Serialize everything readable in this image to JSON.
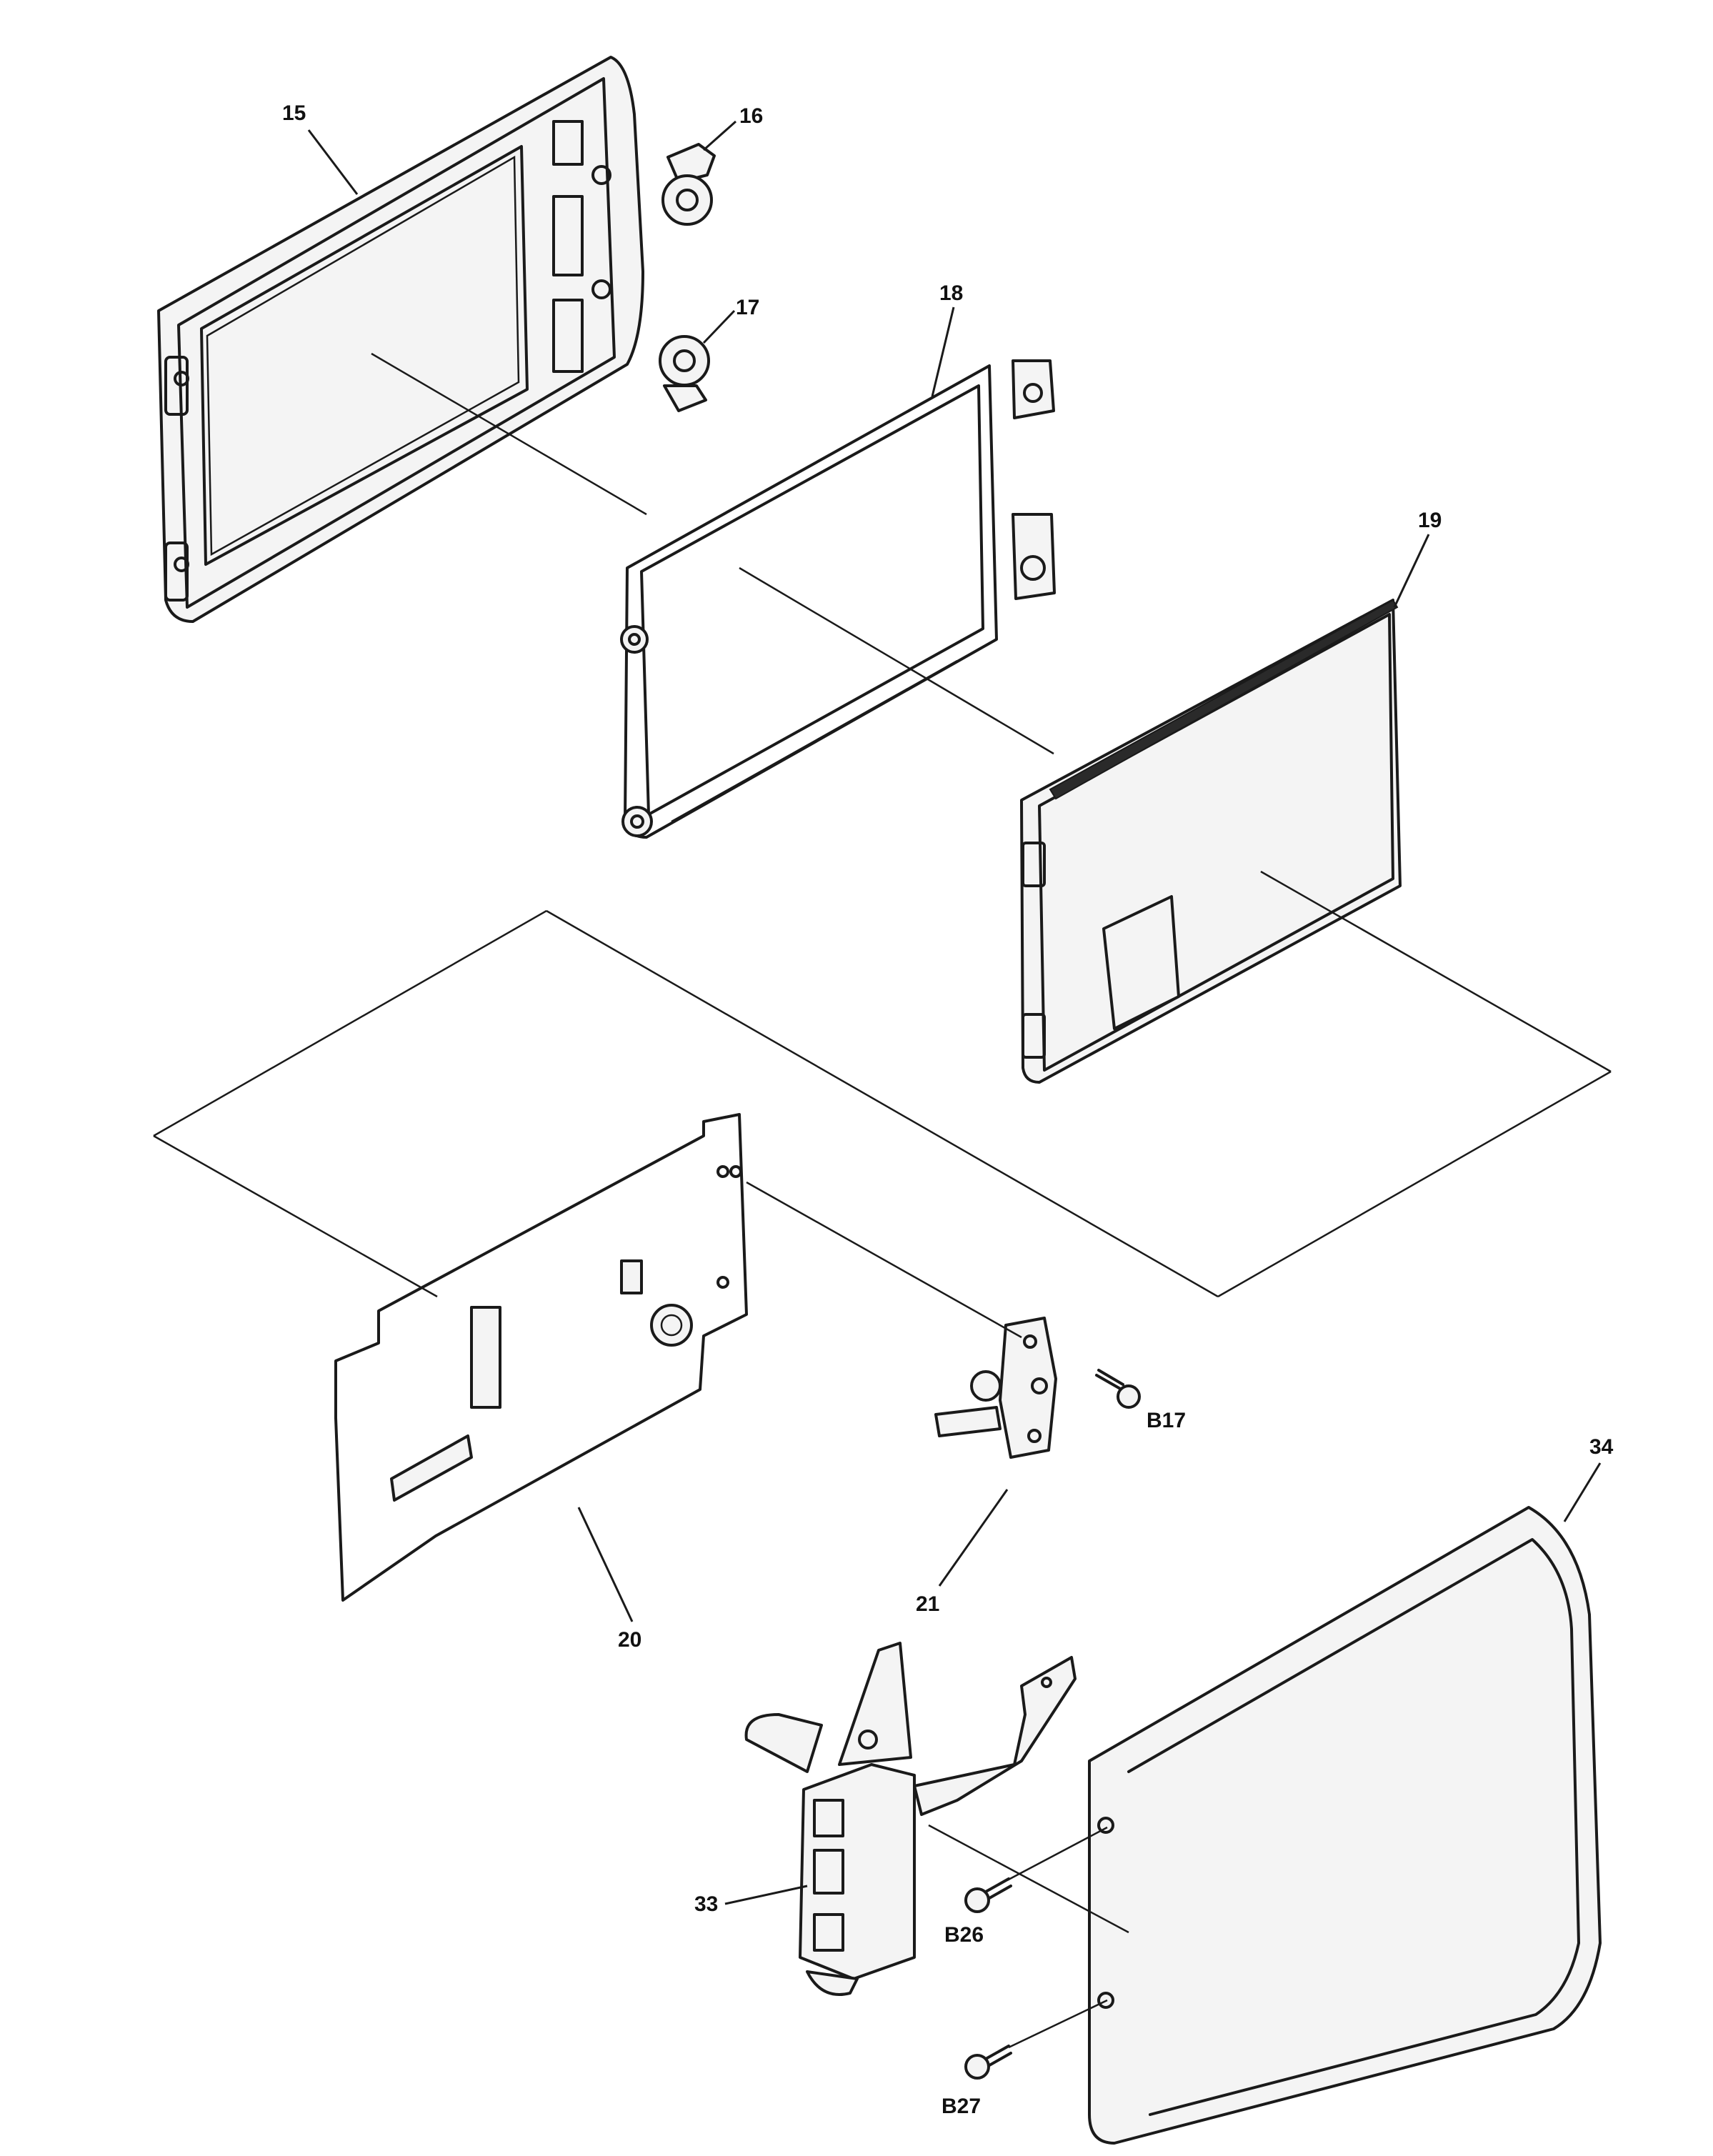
{
  "callouts": {
    "c15": "15",
    "c16": "16",
    "c17": "17",
    "c18": "18",
    "c19": "19",
    "c20": "20",
    "c21": "21",
    "c33": "33",
    "c34": "34",
    "cB17": "B17",
    "cB26": "B26",
    "cB27": "B27"
  }
}
